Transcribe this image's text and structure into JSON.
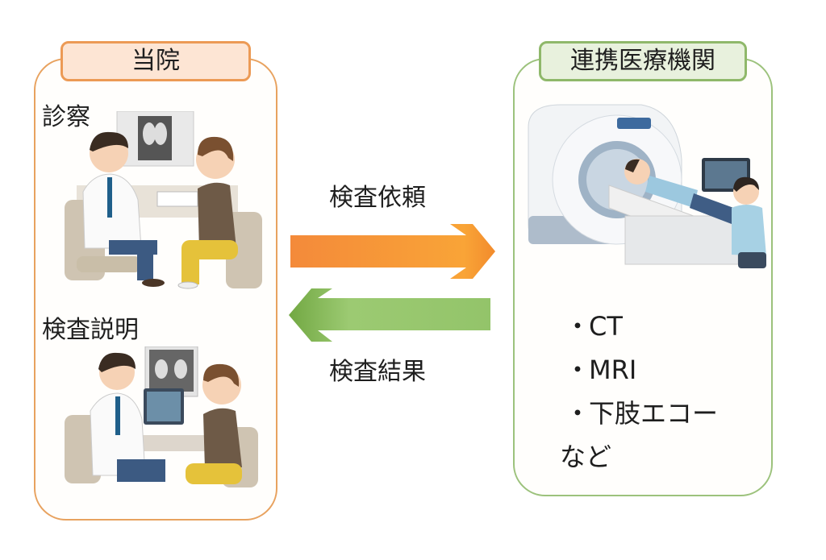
{
  "left_panel": {
    "title": "当院",
    "sections": [
      {
        "label": "診察",
        "illustration": "doctor-consultation-illustration"
      },
      {
        "label": "検査説明",
        "illustration": "doctor-explaining-scan-illustration"
      }
    ],
    "border_color": "#e8a25f",
    "tag_fill": "#fde5d4"
  },
  "right_panel": {
    "title": "連携医療機関",
    "illustration": "ct-scanner-illustration",
    "exam_list": [
      {
        "bullet": "・",
        "text": "CT"
      },
      {
        "bullet": "・",
        "text": "MRI"
      },
      {
        "bullet": "・",
        "text": "下肢エコー"
      }
    ],
    "etc": "など",
    "border_color": "#9cc27c",
    "tag_fill": "#e8f1dd"
  },
  "arrows": {
    "request": {
      "label": "検査依頼",
      "direction": "right",
      "color": "#f58a2f"
    },
    "result": {
      "label": "検査結果",
      "direction": "left",
      "color": "#7fb24e"
    }
  }
}
